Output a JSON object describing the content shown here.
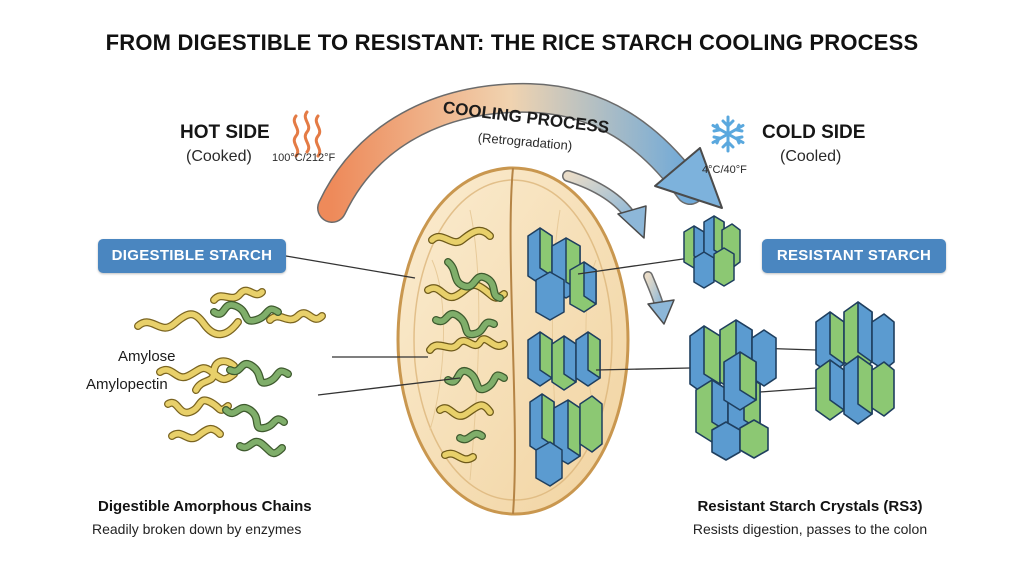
{
  "title": "FROM DIGESTIBLE TO RESISTANT: THE RICE STARCH COOLING PROCESS",
  "process": {
    "label": "COOLING PROCESS",
    "sublabel": "(Retrogradation)"
  },
  "hot": {
    "title": "HOT SIDE",
    "subtitle": "(Cooked)",
    "temp": "100°C/212°F",
    "icon": "heat-waves-icon"
  },
  "cold": {
    "title": "COLD SIDE",
    "subtitle": "(Cooled)",
    "temp": "4°C/40°F",
    "icon": "snowflake-icon"
  },
  "digestible_badge": "DIGESTIBLE STARCH",
  "resistant_badge": "RESISTANT STARCH",
  "labels": {
    "amylose": "Amylose",
    "amylopectin": "Amylopectin"
  },
  "left_caption": {
    "title": "Digestible Amorphous Chains",
    "subtitle": "Readily broken down by enzymes"
  },
  "right_caption": {
    "title": "Resistant Starch Crystals (RS3)",
    "subtitle": "Resists digestion, passes to the colon"
  },
  "colors": {
    "pill": "#4a86c0",
    "amylose": "#e8d06a",
    "amylopectin": "#7fae6a",
    "crystal_blue": "#5b9bd0",
    "crystal_green": "#8cc873",
    "grain": "#f6dfb5",
    "grain_outline": "#c9974f",
    "arrow_hot": "#ef9563",
    "arrow_cold": "#7db2dc"
  }
}
